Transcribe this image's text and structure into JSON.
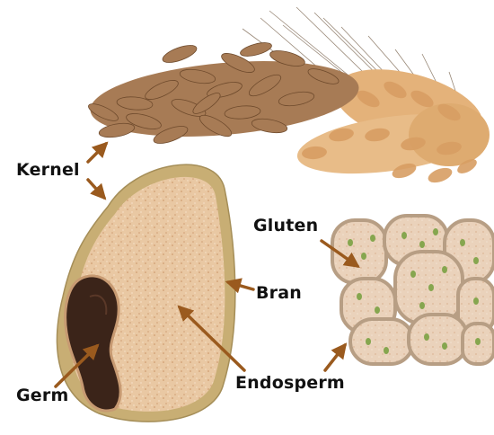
{
  "labels": {
    "kernel": "Kernel",
    "gluten": "Gluten",
    "bran": "Bran",
    "germ": "Germ",
    "endosperm": "Endosperm"
  },
  "colors": {
    "arrow": "#9a5a1e",
    "bran": "#c8ae74",
    "endosperm": "#e8c9a5",
    "germ": "#3b2419",
    "wheat_head": "#e4b27a",
    "kernels": "#a77b55"
  }
}
